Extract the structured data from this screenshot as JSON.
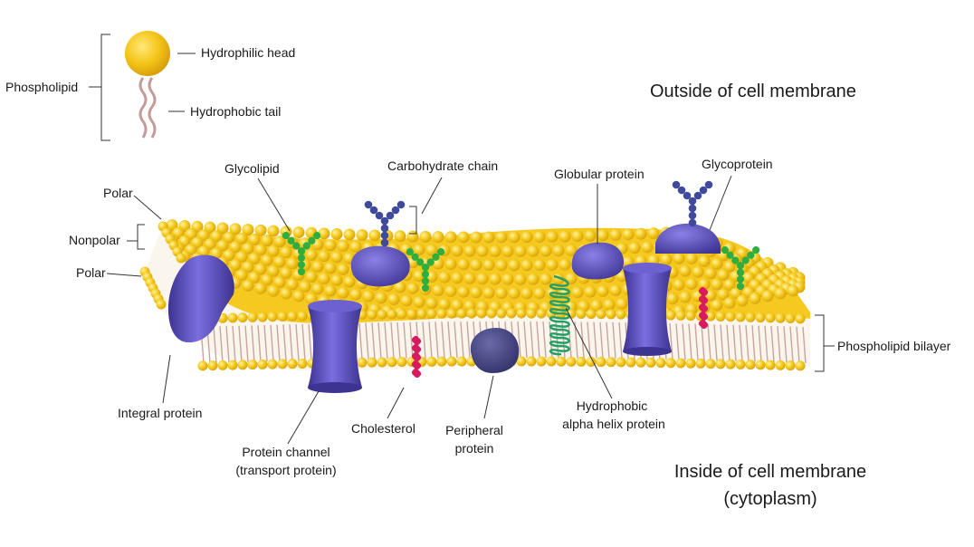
{
  "diagram": {
    "legend": {
      "group_label": "Phospholipid",
      "head_label": "Hydrophilic head",
      "tail_label": "Hydrophobic tail"
    },
    "outside_label": "Outside of cell membrane",
    "inside_label_line1": "Inside of cell membrane",
    "inside_label_line2": "(cytoplasm)",
    "labels": {
      "glycolipid": "Glycolipid",
      "carbohydrate_chain": "Carbohydrate chain",
      "globular_protein": "Globular protein",
      "glycoprotein": "Glycoprotein",
      "polar_top": "Polar",
      "nonpolar": "Nonpolar",
      "polar_bottom": "Polar",
      "phospholipid_bilayer": "Phospholipid bilayer",
      "integral_protein": "Integral protein",
      "protein_channel_line1": "Protein channel",
      "protein_channel_line2": "(transport protein)",
      "cholesterol": "Cholesterol",
      "peripheral_protein_line1": "Peripheral",
      "peripheral_protein_line2": "protein",
      "alpha_helix_line1": "Hydrophobic",
      "alpha_helix_line2": "alpha helix protein"
    },
    "colors": {
      "head": "#f2c417",
      "head_edge": "#d9a40e",
      "tail": "#c9a3a0",
      "protein": "#5b4fc0",
      "protein_dark": "#3d3391",
      "carb": "#3f4a9c",
      "glycolipid": "#2fae3f",
      "cholesterol": "#d81b60",
      "helix": "#24a066"
    }
  }
}
